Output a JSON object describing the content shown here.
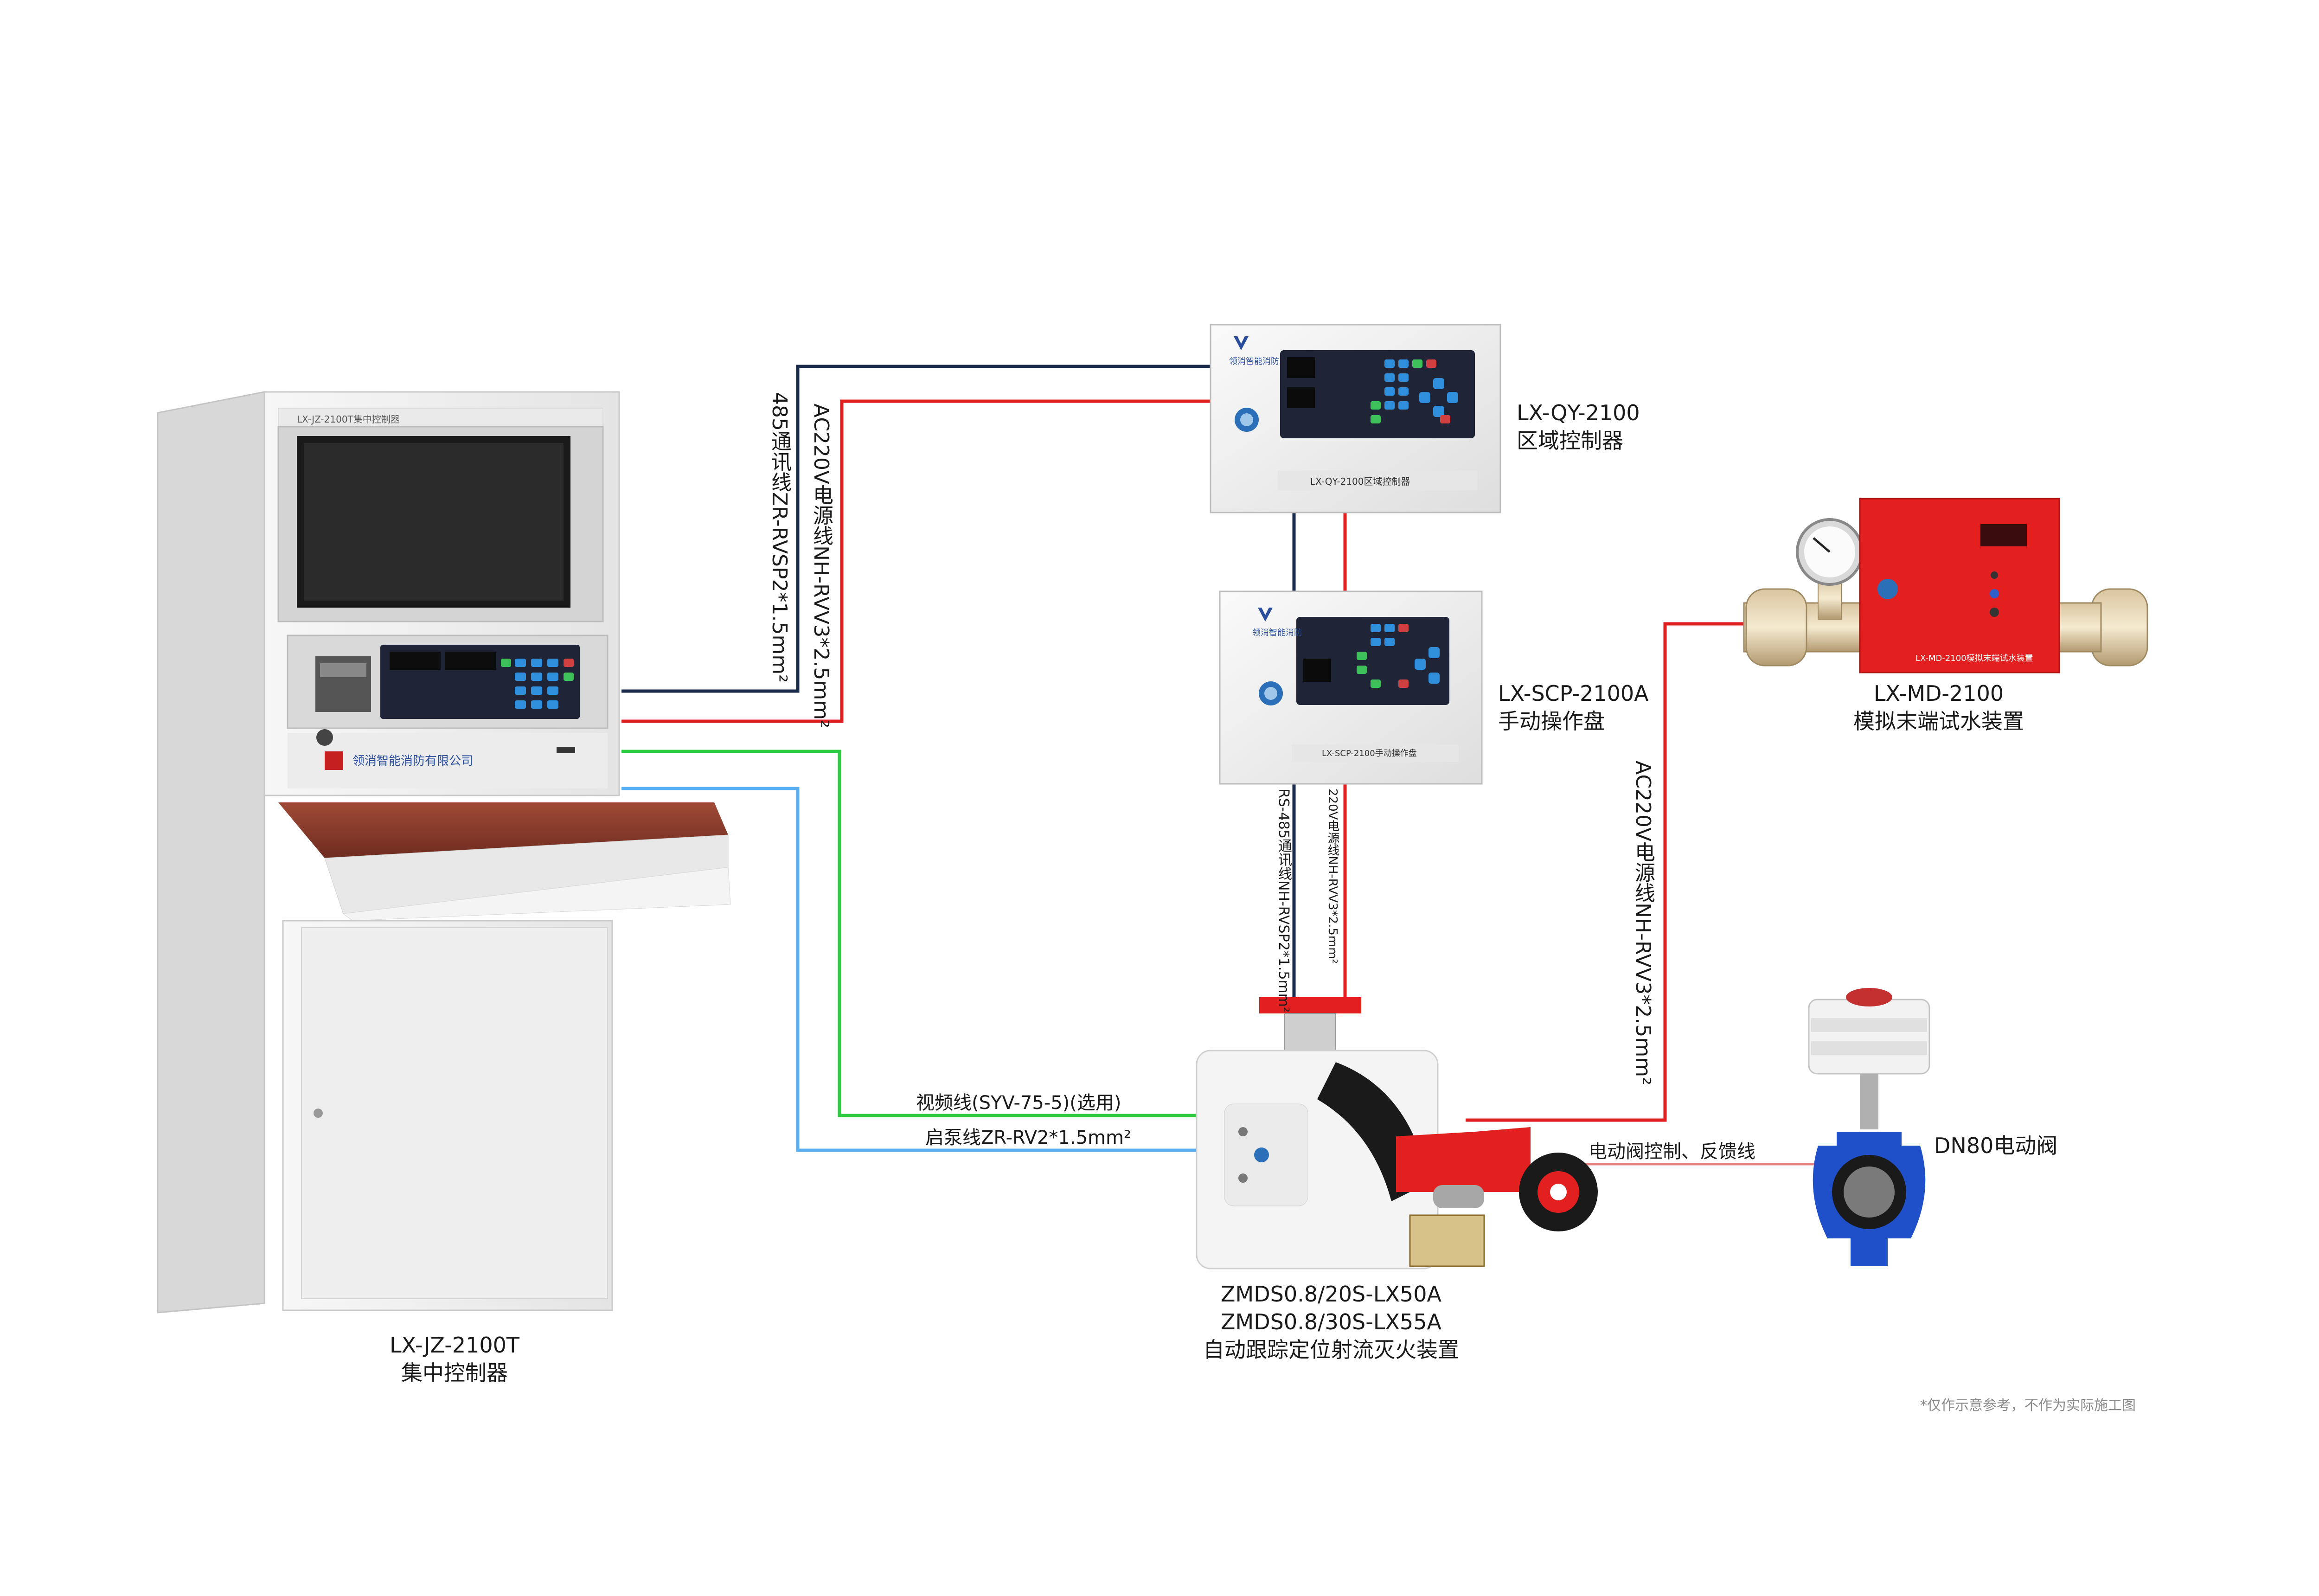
{
  "devices": {
    "central": {
      "model": "LX-JZ-2100T",
      "name": "集中控制器",
      "brand_plate": "领消智能消防有限公司",
      "header_plate": "LX-JZ-2100T集中控制器"
    },
    "zone": {
      "model": "LX-QY-2100",
      "name": "区域控制器",
      "plate": "LX-QY-2100区域控制器",
      "logo_text": "领消智能消防"
    },
    "manual": {
      "model": "LX-SCP-2100A",
      "name": "手动操作盘",
      "plate": "LX-SCP-2100手动操作盘",
      "logo_text": "领消智能消防"
    },
    "water": {
      "model": "LX-MD-2100",
      "name": "模拟末端试水装置",
      "plate": "LX-MD-2100模拟末端试水装置"
    },
    "valve": {
      "name": "DN80电动阀"
    },
    "cannon": {
      "model1": "ZMDS0.8/20S-LX50A",
      "model2": "ZMDS0.8/30S-LX55A",
      "name": "自动跟踪定位射流灭火装置"
    }
  },
  "cables": {
    "comm485": "485通讯线ZR-RVSP2*1.5mm²",
    "power_top": "AC220V电源线NH-RVV3*2.5mm²",
    "rs485": "RS-485通讯线NH-RVSP2*1.5mm²",
    "power_220": "220V电源线NH-RVV3*2.5mm²",
    "power_right": "AC220V电源线NH-RVV3*2.5mm²",
    "video": "视频线(SYV-75-5)(选用)",
    "pump": "启泵线ZR-RV2*1.5mm²",
    "valve_ctrl": "电动阀控制、反馈线"
  },
  "note": "*仅作示意参考，不作为实际施工图",
  "colors": {
    "comm": "#1a2a4a",
    "power": "#e02020",
    "video": "#2ecc40",
    "pump": "#5aaef0",
    "valve_line": "#e88080",
    "cabinet": "#ececec",
    "desk": "#8b3a2a",
    "red_box": "#e41f1f",
    "valve_blue": "#1f4fc9"
  }
}
